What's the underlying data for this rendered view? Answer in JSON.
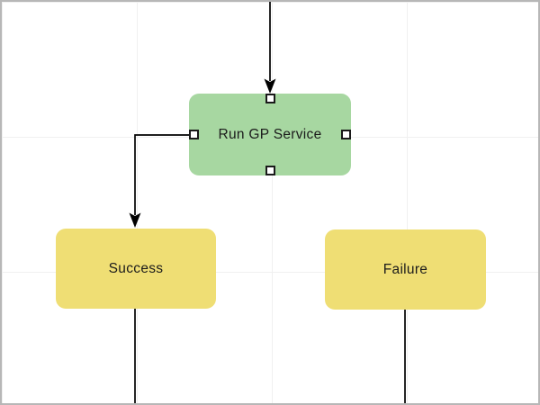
{
  "diagram": {
    "nodes": [
      {
        "id": "run-gp-service",
        "label": "Run GP Service",
        "type": "process",
        "fill": "#a7d7a1",
        "selected": true
      },
      {
        "id": "success",
        "label": "Success",
        "type": "outcome",
        "fill": "#efde74",
        "selected": false
      },
      {
        "id": "failure",
        "label": "Failure",
        "type": "outcome",
        "fill": "#efde74",
        "selected": false
      }
    ],
    "connectors": [
      {
        "from": "offscreen-top",
        "to": "run-gp-service",
        "arrow": true
      },
      {
        "from": "run-gp-service",
        "to": "success",
        "arrow": true
      },
      {
        "from": "success",
        "to": "offscreen-bottom",
        "arrow": false
      },
      {
        "from": "failure",
        "to": "offscreen-bottom",
        "arrow": false
      }
    ],
    "colors": {
      "process_fill": "#a7d7a1",
      "outcome_fill": "#efde74",
      "connector_stroke": "#000000",
      "text": "#1b1b1b",
      "grid_line": "#f0f0f0",
      "canvas_border": "#b7b7b7",
      "canvas_background": "#ffffff",
      "handle_fill": "#ffffff",
      "handle_border": "#1a1a1a"
    }
  }
}
